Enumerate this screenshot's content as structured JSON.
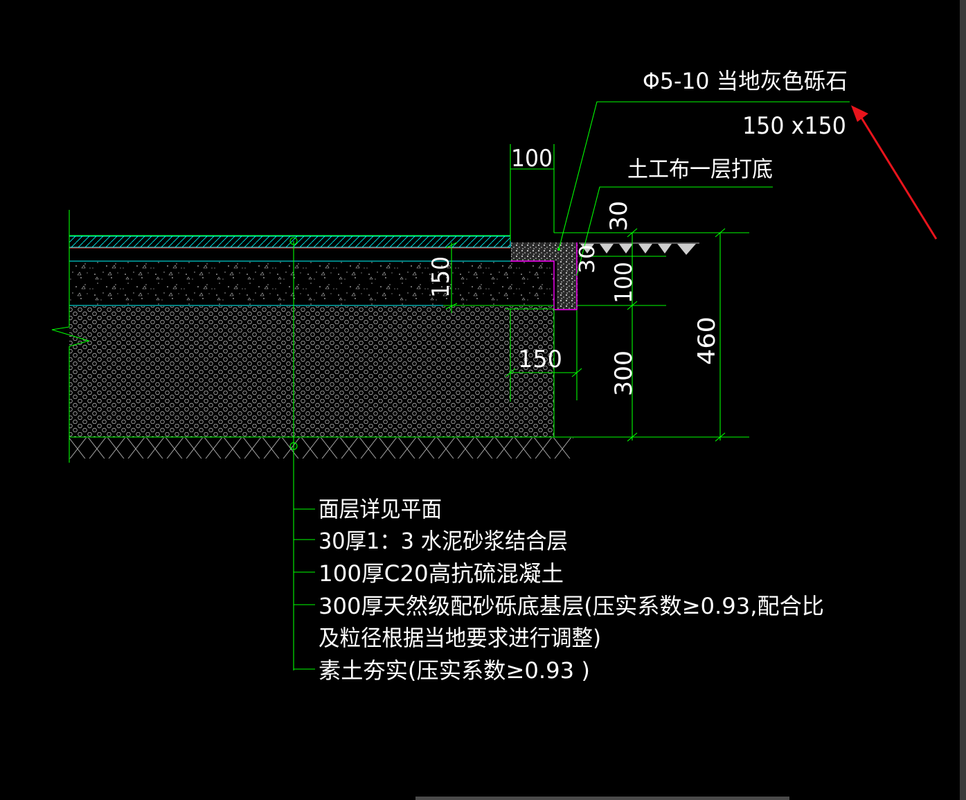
{
  "labels": {
    "gravel": "Φ5-10 当地灰色砾石",
    "gravel_size": "150 x150",
    "geotextile": "土工布一层打底"
  },
  "dimensions": {
    "d100_top": "100",
    "d30_top": "30",
    "d30_side": "30",
    "d150_left": "150",
    "d100_right": "100",
    "d150_bottom": "150",
    "d300": "300",
    "d460": "460"
  },
  "legend": {
    "items": [
      "面层详见平面",
      "30厚1：3 水泥砂浆结合层",
      "100厚C20高抗硫混凝土",
      "300厚天然级配砂砾底基层(压实系数≥0.93,配合比",
      "及粒径根据当地要求进行调整)",
      "素土夯实(压实系数≥0.93 )"
    ]
  },
  "colors": {
    "background": "#000000",
    "cad_green": "#00ff00",
    "cad_cyan": "#00ffff",
    "cad_magenta": "#ff00ff",
    "cad_red": "#ff0000",
    "cad_gray": "#a0a0a0",
    "text_white": "#ffffff",
    "arrow_red": "#e8141c"
  }
}
